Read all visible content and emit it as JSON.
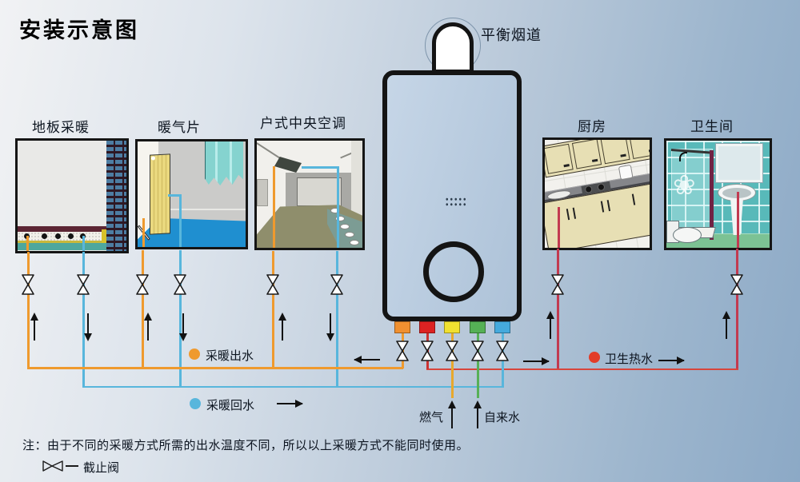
{
  "title": "安装示意图",
  "boiler": {
    "flue_label": "平衡烟道"
  },
  "rooms": {
    "floor_heating": {
      "label": "地板采暖"
    },
    "radiator": {
      "label": "暖气片"
    },
    "central_ac": {
      "label": "户式中央空调"
    },
    "kitchen": {
      "label": "厨房"
    },
    "bathroom": {
      "label": "卫生间"
    }
  },
  "legend": {
    "heating_supply": {
      "label": "采暖出水",
      "color": "#ef9a2e"
    },
    "heating_return": {
      "label": "采暖回水",
      "color": "#58b6dc"
    },
    "sanitary_hot_water": {
      "label": "卫生热水",
      "color": "#e23c28"
    }
  },
  "inlets": {
    "gas_label": "燃气",
    "tap_water_label": "自来水"
  },
  "note": "注：由于不同的采暖方式所需的出水温度不同，所以以上采暖方式不能同时使用。",
  "valve_legend_label": "截止阀",
  "icons": {
    "flower_decal": "❀"
  },
  "pipe_colors": {
    "heating_supply": "#ef9a2e",
    "heating_return": "#58b6dc",
    "sanitary_hot_water_main": "#d8453c",
    "sanitary_hot_water_branch": "#c23a50",
    "gas": "#e8a82c",
    "tap_water": "#57b057"
  },
  "boiler_port_colors": [
    "#f09030",
    "#dd2222",
    "#f0e030",
    "#55b055",
    "#45aadd"
  ]
}
